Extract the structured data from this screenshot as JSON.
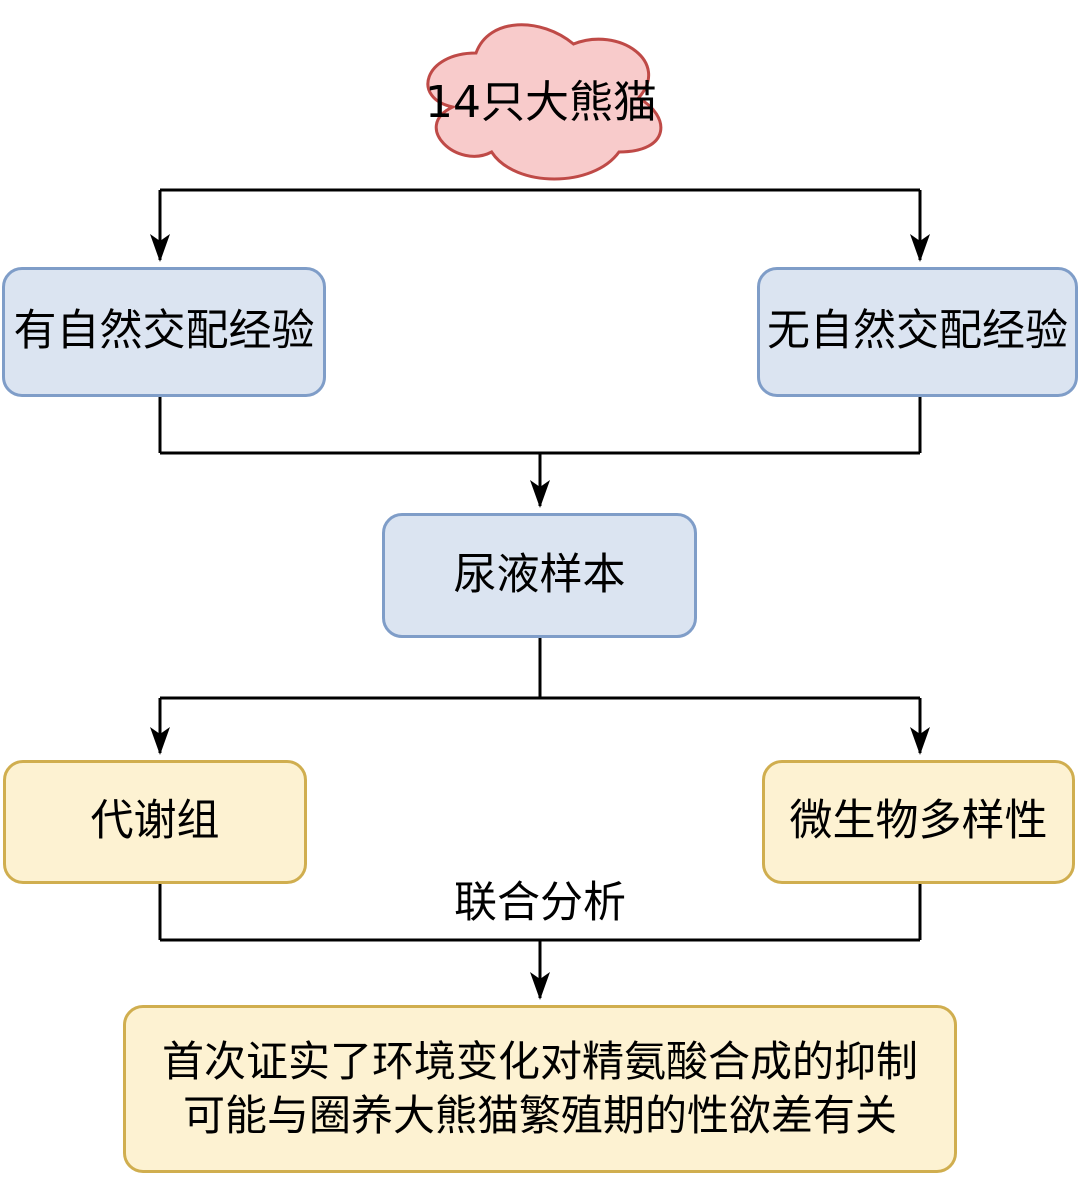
{
  "diagram": {
    "title_node": {
      "label": "14只大熊猫"
    },
    "boxes": {
      "mating_yes": {
        "label": "有自然交配经验"
      },
      "mating_no": {
        "label": "无自然交配经验"
      },
      "urine": {
        "label": "尿液样本"
      },
      "metabolome": {
        "label": "代谢组"
      },
      "microbe": {
        "label": "微生物多样性"
      },
      "conclusion": {
        "line1": "首次证实了环境变化对精氨酸合成的抑制",
        "line2": "可能与圈养大熊猫繁殖期的性欲差有关"
      }
    },
    "labels": {
      "joint_analysis": "联合分析"
    },
    "colors": {
      "cloud_fill": "#f8cbcb",
      "cloud_stroke": "#bf4a47",
      "blue_fill": "#dbe4f1",
      "blue_stroke": "#7f9dc8",
      "yellow_fill": "#fdf2d2",
      "yellow_stroke": "#d0ae4f",
      "connector": "#000000"
    }
  }
}
